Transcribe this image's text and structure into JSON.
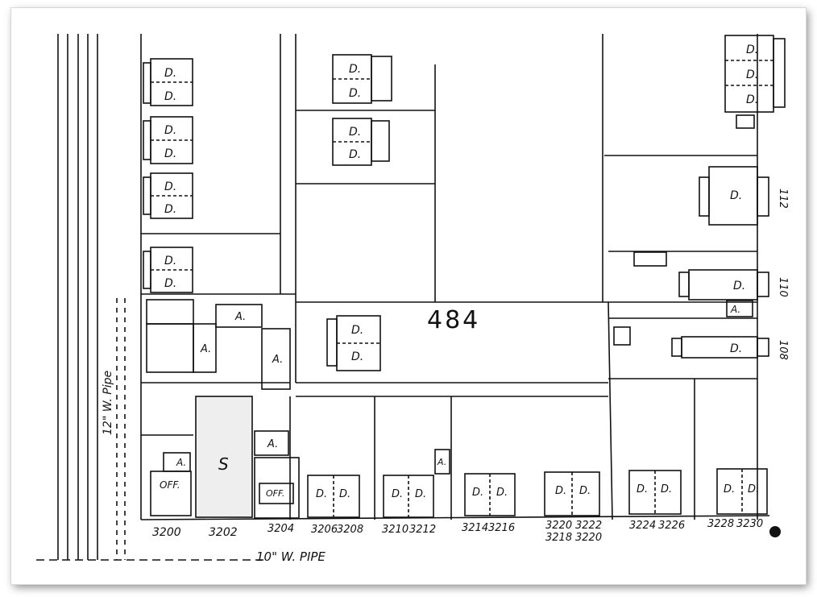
{
  "map": {
    "block_number": "484",
    "street_pipe": "10\" W. PIPE",
    "side_pipe": "12\" W. Pipe",
    "address_numbers": [
      "3200",
      "3202",
      "3204",
      "3206",
      "3208",
      "3210",
      "3212",
      "3214",
      "3216",
      "3220",
      "3222",
      "3218",
      "3220",
      "3224",
      "3226",
      "3228",
      "3230"
    ],
    "building_codes": [
      "D.",
      "D.",
      "D.",
      "D.",
      "D.",
      "D.",
      "D.",
      "D.",
      "D.",
      "D.",
      "D.",
      "D.",
      "D.",
      "D.",
      "D.",
      "D.",
      "D.",
      "D.",
      "D.",
      "D.",
      "D.",
      "D.",
      "D.",
      "D.",
      "D.",
      "D."
    ],
    "accessory_labels": [
      "A.",
      "A.",
      "A.",
      "A.",
      "A.",
      "A.",
      "A."
    ],
    "office_labels": [
      "OFF.",
      "OFF."
    ],
    "store_label": "S",
    "side_numbers": [
      "112",
      "110",
      "108"
    ]
  }
}
